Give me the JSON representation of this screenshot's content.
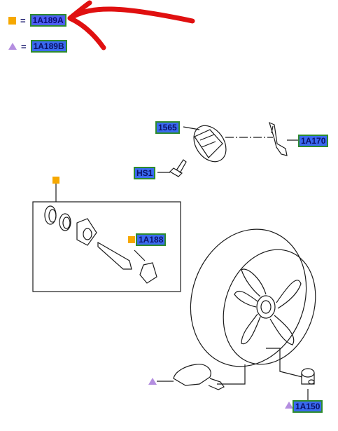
{
  "legend": {
    "row1": {
      "symbol": "square-icon",
      "equals": "=",
      "code": "1A189A"
    },
    "row2": {
      "symbol": "triangle-icon",
      "equals": "=",
      "code": "1A189B"
    }
  },
  "parts": {
    "p1565": "1565",
    "p1a170": "1A170",
    "hs1": "HS1",
    "p1a188": "1A188",
    "p1a150": "1A150"
  },
  "colors": {
    "square_marker": "#f6a800",
    "triangle_marker": "#b48ee0",
    "label_fill": "#3a6af0",
    "label_border": "#2e8b2e",
    "annotation_arrow": "#e01010"
  }
}
